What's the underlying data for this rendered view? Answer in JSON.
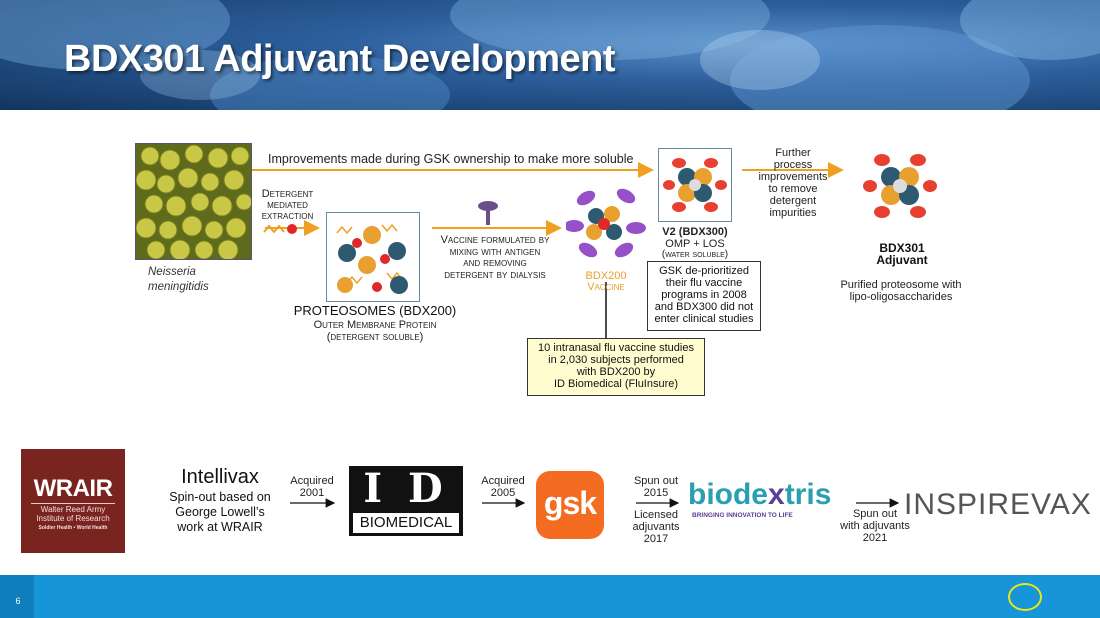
{
  "slide": {
    "title": "BDX301 Adjuvant Development",
    "page_number": "6"
  },
  "process": {
    "top_arrow_label": "Improvements made during GSK ownership to make more soluble",
    "bacteria_caption_1": "Neisseria",
    "bacteria_caption_2": "meningitidis",
    "extraction_1": "Detergent",
    "extraction_2": "mediated",
    "extraction_3": "extraction",
    "proteosome_title": "PROTEOSOMES (BDX200)",
    "proteosome_sub_1": "Outer Membrane Protein",
    "proteosome_sub_2": "(detergent soluble)",
    "vaccine_form_1": "Vaccine formulated by",
    "vaccine_form_2": "mixing with antigen",
    "vaccine_form_3": "and removing",
    "vaccine_form_4": "detergent by dialysis",
    "bdx200_1": "BDX200",
    "bdx200_2": "Vaccine",
    "v2_title": "V2 (BDX300)",
    "v2_sub": "OMP + LOS",
    "v2_sub2": "(water soluble)",
    "gsk_note_1": "GSK de-prioritized",
    "gsk_note_2": "their flu vaccine",
    "gsk_note_3": "programs in 2008",
    "gsk_note_4": "and BDX300 did not",
    "gsk_note_5": "enter clinical studies",
    "studies_note_1": "10 intranasal flu vaccine studies",
    "studies_note_2": "in 2,030 subjects  performed",
    "studies_note_3": "with BDX200 by",
    "studies_note_4": "ID Biomedical (FluInsure)",
    "further_1": "Further",
    "further_2": "process",
    "further_3": "improvements",
    "further_4": "to remove",
    "further_5": "detergent",
    "further_6": "impurities",
    "bdx301_1": "BDX301",
    "bdx301_2": "Adjuvant",
    "bdx301_desc_1": "Purified proteosome with",
    "bdx301_desc_2": "lipo-oligosaccharides"
  },
  "timeline": {
    "wrair_logo": "WRAIR",
    "wrair_line1": "Walter Reed Army",
    "wrair_line2": "Institute of Research",
    "wrair_line3": "Soldier Health • World Health",
    "intellivax_title": "Intellivax",
    "intellivax_1": "Spin-out based on",
    "intellivax_2": "George Lowell’s",
    "intellivax_3": "work at WRAIR",
    "acq1_1": "Acquired",
    "acq1_2": "2001",
    "idb_logo": "I D",
    "idb_sub": "BIOMEDICAL",
    "acq2_1": "Acquired",
    "acq2_2": "2005",
    "gsk_logo": "gsk",
    "spun1_1": "Spun out",
    "spun1_2": "2015",
    "lic_1": "Licensed",
    "lic_2": "adjuvants",
    "lic_3": "2017",
    "biodextris_a": "biode",
    "biodextris_x": "x",
    "biodextris_b": "tris",
    "biodextris_tag": "BRINGING INNOVATION TO LIFE",
    "spun2_1": "Spun out",
    "spun2_2": "with adjuvants",
    "spun2_3": "2021",
    "inspirevax": "INSPIREVAX"
  },
  "colors": {
    "arrow": "#f0a020",
    "wrair_bg": "#7a2420",
    "gsk_orange": "#f36c21",
    "biodextris_teal": "#2a9fb0",
    "biodextris_purple": "#5a3f95",
    "footer": "#1696d8"
  }
}
